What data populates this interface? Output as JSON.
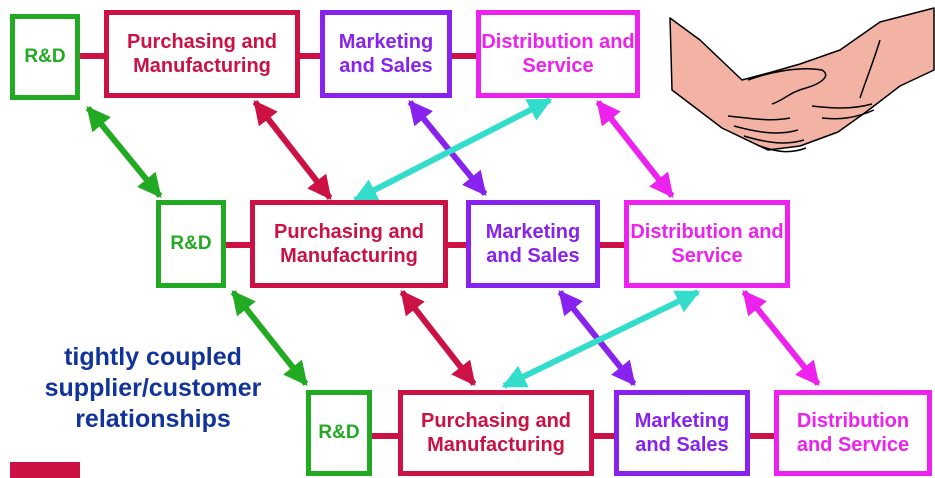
{
  "caption": "tightly coupled supplier/customer relationships",
  "colors": {
    "rd": "#22aa22",
    "purchasing": "#cc1144",
    "marketing": "#8822ee",
    "distribution": "#ee22ee",
    "cyan_arrow": "#33ddcc",
    "caption": "#11339a"
  },
  "rows": [
    {
      "rd": "R&D",
      "purchasing": "Purchasing and Manufacturing",
      "marketing": "Marketing and Sales",
      "distribution": "Distribution and Service"
    },
    {
      "rd": "R&D",
      "purchasing": "Purchasing and Manufacturing",
      "marketing": "Marketing and Sales",
      "distribution": "Distribution and Service"
    },
    {
      "rd": "R&D",
      "purchasing": "Purchasing and Manufacturing",
      "marketing": "Marketing and Sales",
      "distribution": "Distribution and Service"
    }
  ],
  "image": "handshake-clipart"
}
